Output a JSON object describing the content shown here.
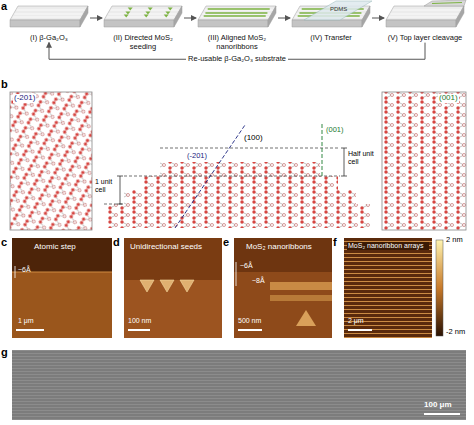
{
  "diagram": {
    "nodes": [
      {
        "text": [
          "(I) β-Ga₂O₃"
        ]
      },
      {
        "text": [
          "(II) Directed MoS₂ seeding"
        ]
      },
      {
        "text": [
          "(III) Aligned MoS₂ nanoribbons"
        ]
      },
      {
        "text": [
          "(IV) Transfer"
        ]
      },
      {
        "text": [
          "(V) Top layer cleavage"
        ]
      }
    ],
    "edges": [
      {
        "from": 0,
        "to": 1,
        "arrow": "to"
      },
      {
        "from": 1,
        "to": 2,
        "arrow": "to"
      },
      {
        "from": 2,
        "to": 3,
        "arrow": "to"
      },
      {
        "from": 3,
        "to": 4,
        "arrow": "to"
      },
      {
        "from": 4,
        "to": 0,
        "label": "Re-usable β-Ga₂O₃ substrate",
        "arrow": "to"
      }
    ],
    "labels": [
      "a",
      "PDMS",
      "b",
      "(-201)",
      "(100)",
      "1 unit cell",
      "Half unit cell",
      "(-201)",
      "(001)",
      "(001)",
      "c",
      "Atomic step",
      "~6Å",
      "1 μm",
      "d",
      "Unidirectional seeds",
      "100 nm",
      "e",
      "MoS₂ nanoribbons",
      "~6Å",
      "~8Å",
      "500 nm",
      "f",
      "MoS₂ nanoribbon arrays",
      "2 μm",
      "2 nm",
      "-2 nm",
      "g",
      "100 μm"
    ]
  }
}
